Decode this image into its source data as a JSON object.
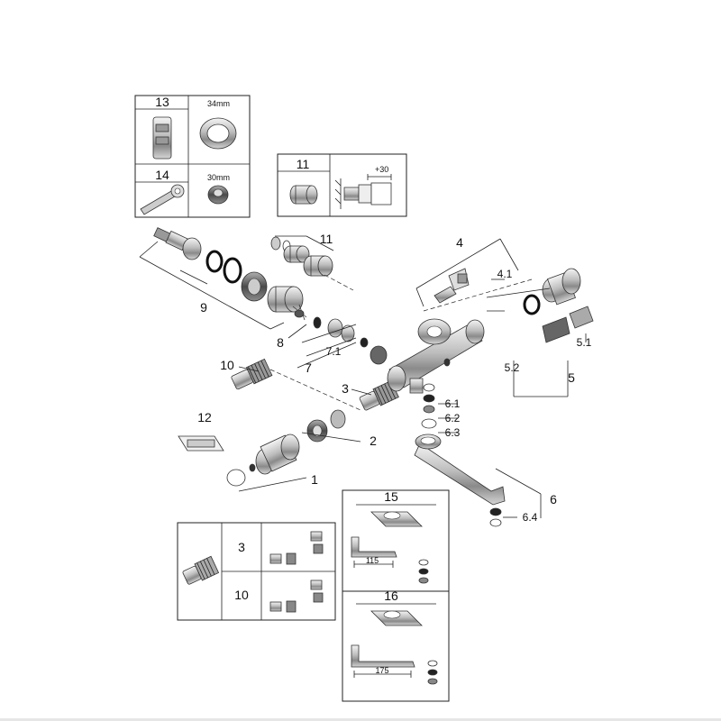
{
  "labels": {
    "n1": "1",
    "n2": "2",
    "n3": "3",
    "n4": "4",
    "n4_1": "4.1",
    "n5": "5",
    "n5_1": "5.1",
    "n5_2": "5.2",
    "n6": "6",
    "n6_1": "6.1",
    "n6_2": "6.2",
    "n6_3": "6.3",
    "n6_4": "6.4",
    "n7": "7",
    "n7_1": "7.1",
    "n8": "8",
    "n9": "9",
    "n10": "10",
    "n11": "11",
    "n12": "12",
    "n13": "13",
    "n14": "14",
    "n15": "15",
    "n16": "16"
  },
  "tool_box": {
    "item13": "13",
    "size13": "34mm",
    "item14": "14",
    "size14": "30mm"
  },
  "extension_box": {
    "item": "11",
    "dimension": "+30"
  },
  "cartridge_box": {
    "item3": "3",
    "item10": "10"
  },
  "spout15": {
    "item": "15",
    "dimension": "115"
  },
  "spout16": {
    "item": "16",
    "dimension": "175"
  }
}
